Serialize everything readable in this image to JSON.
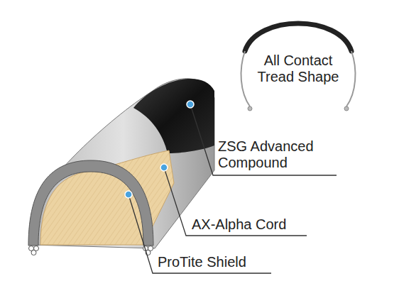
{
  "diagram": {
    "labels": [
      "All Contact Tread Shape",
      "ZSG Advanced Compound",
      "AX-Alpha Cord",
      "ProTite Shield"
    ]
  }
}
